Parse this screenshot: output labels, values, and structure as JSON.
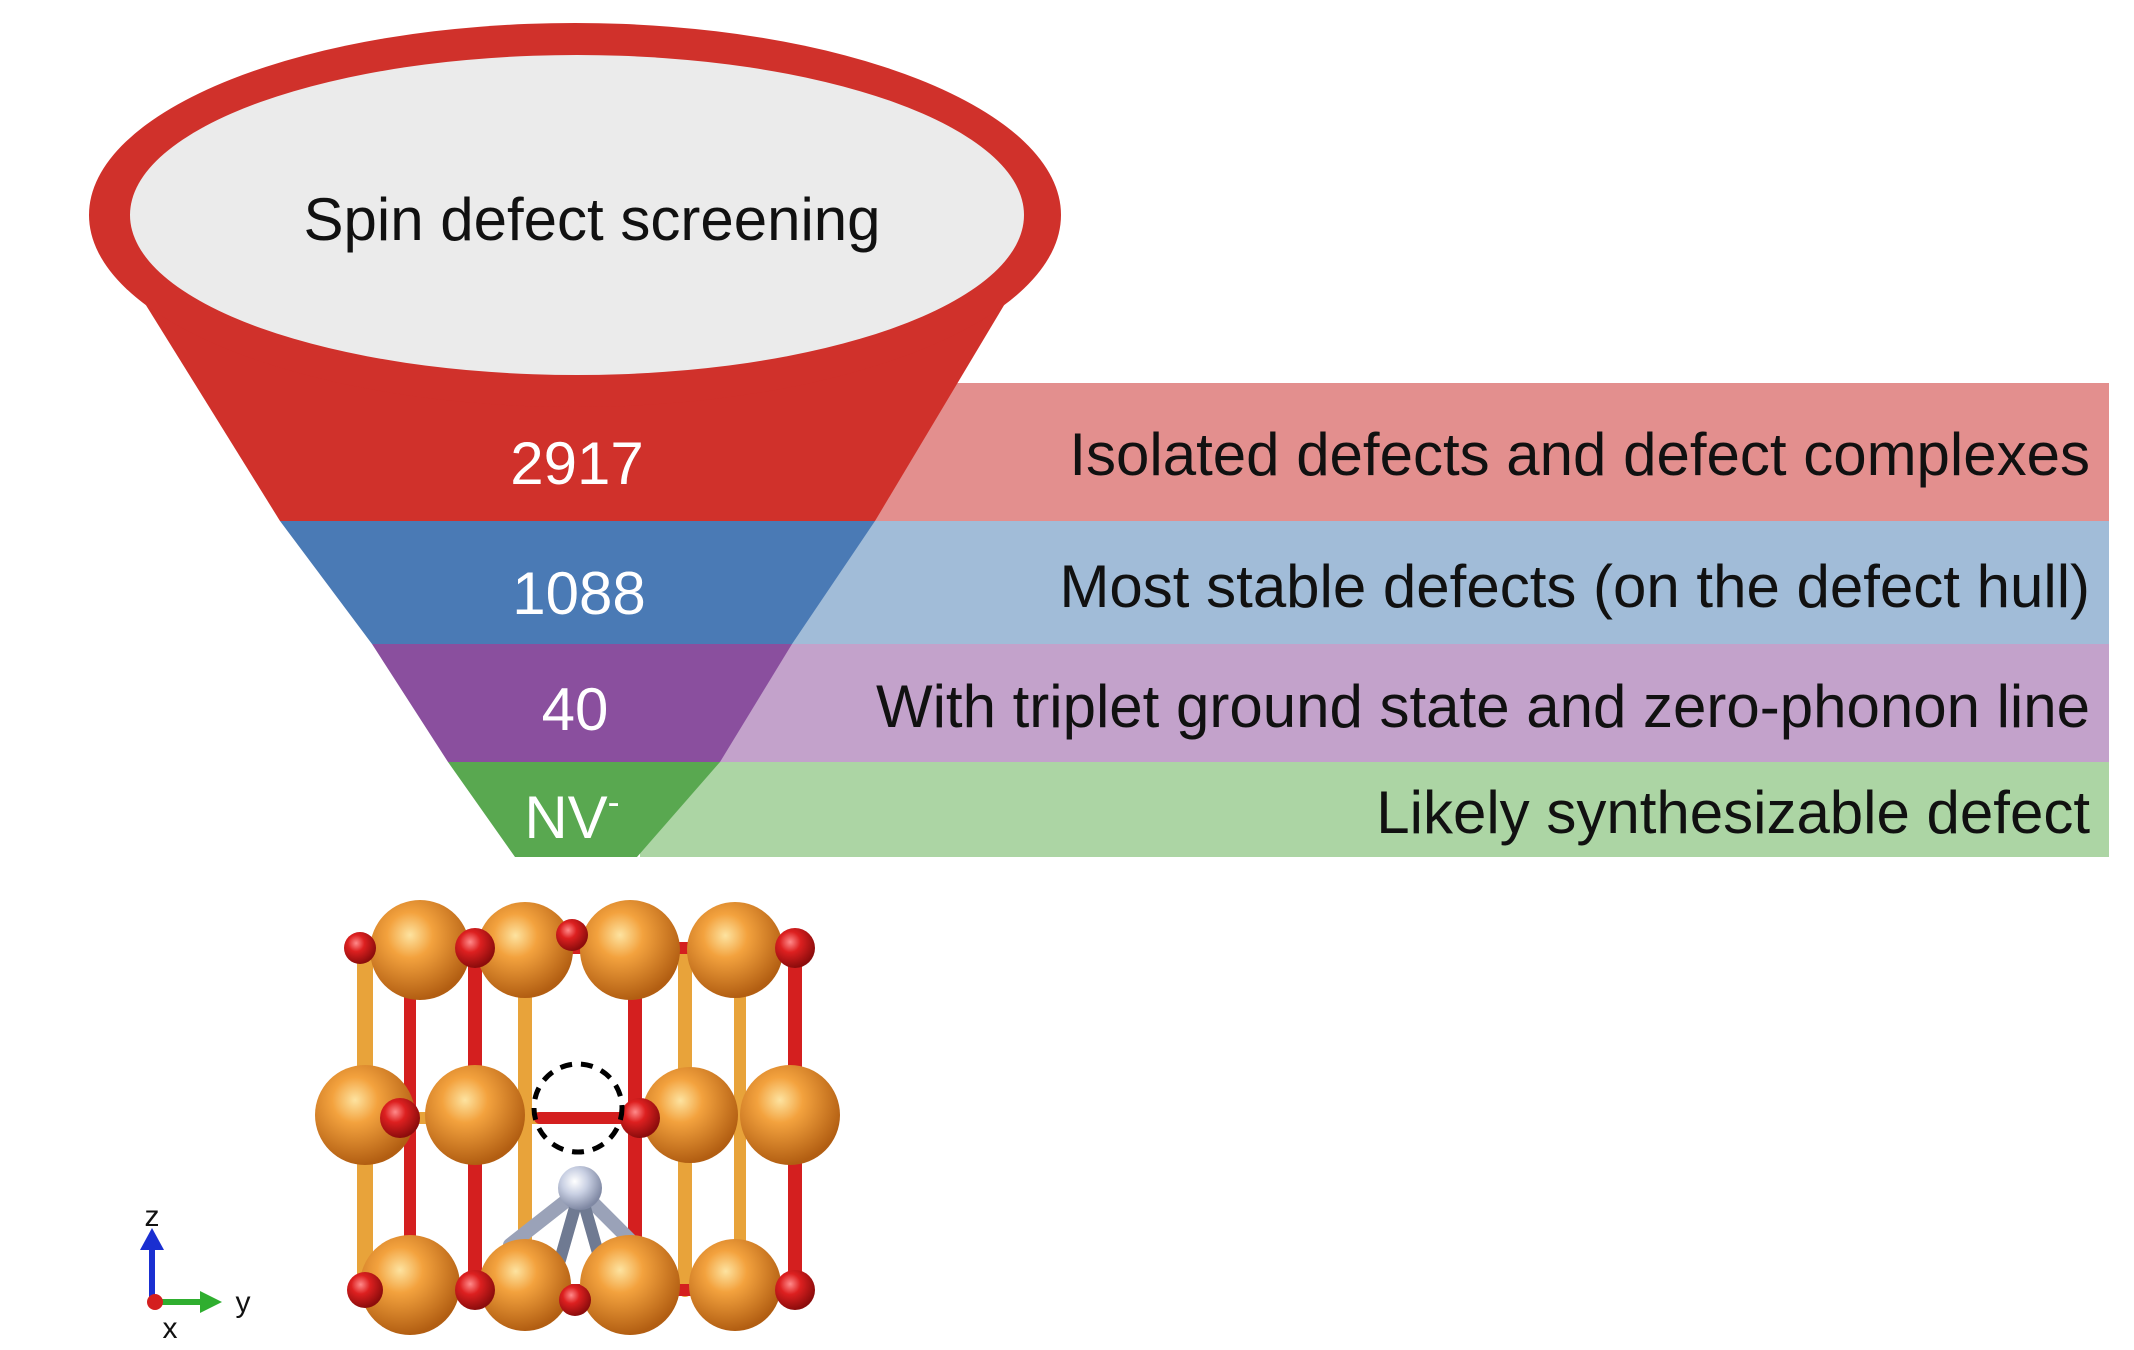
{
  "title": "Spin defect screening",
  "colors": {
    "stage_1": "#d0312b",
    "stage_2": "#4a7ab5",
    "stage_3": "#8a4f9e",
    "stage_4": "#59a850",
    "band_1": "#e38f8e",
    "band_2": "#a1bcd8",
    "band_3": "#c3a2cb",
    "band_4": "#acd5a4",
    "funnel_top_inner": "#ebebeb",
    "atom_orange": "#e8892b",
    "atom_red": "#d41f1f",
    "atom_grey": "#c5cde0"
  },
  "stages": [
    {
      "count": "2917",
      "description": "Isolated defects and defect complexes"
    },
    {
      "count": "1088",
      "description": "Most stable defects (on the defect hull)"
    },
    {
      "count": "40",
      "description": "With triplet ground state and zero-phonon line"
    },
    {
      "count": "NV",
      "count_superscript": "-",
      "description": "Likely synthesizable defect"
    }
  ],
  "axes": {
    "z_label": "z",
    "y_label": "y",
    "x_label": "x"
  }
}
